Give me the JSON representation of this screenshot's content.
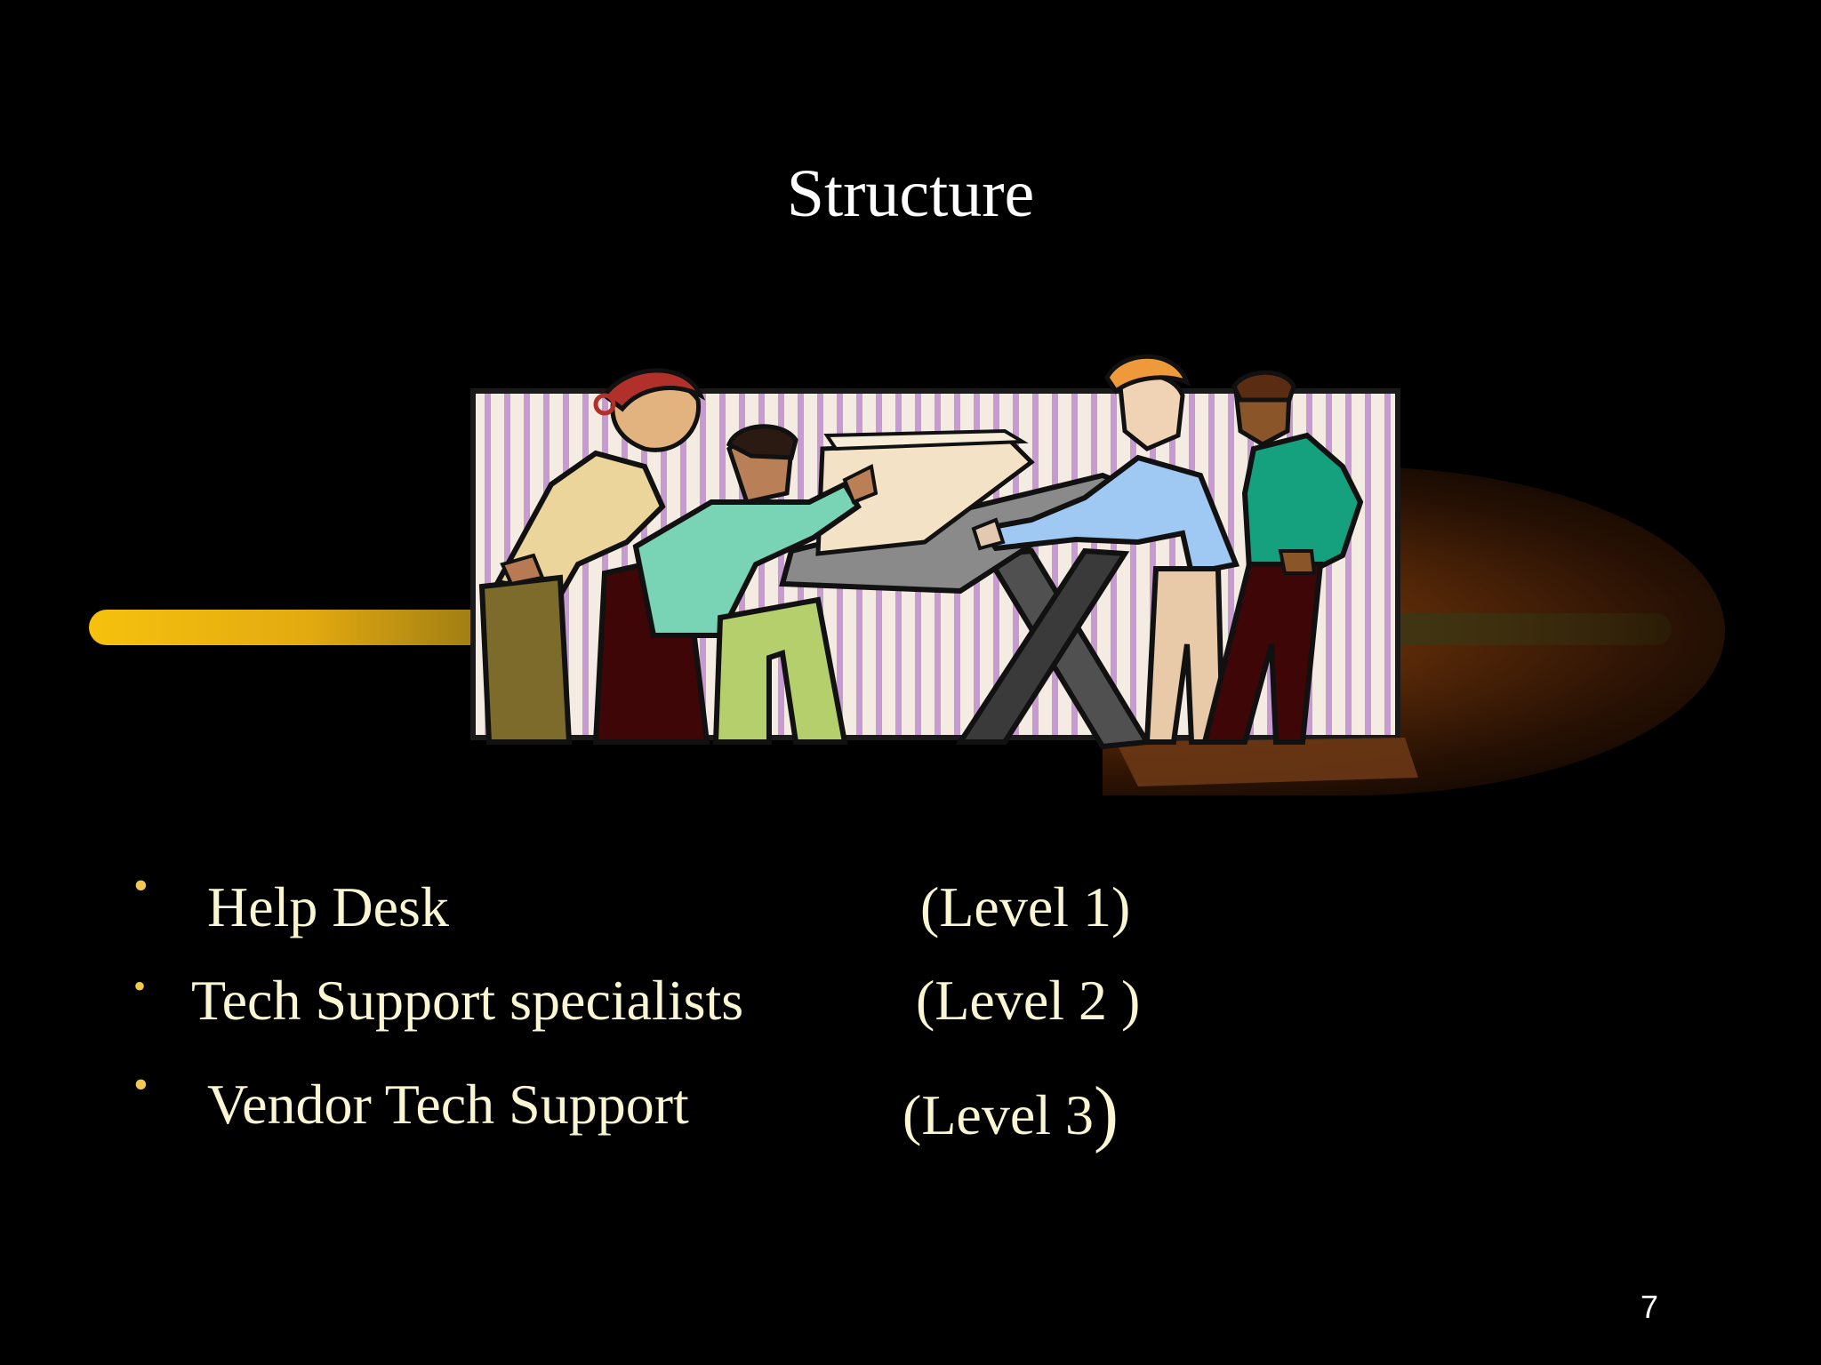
{
  "slide": {
    "title": "Structure",
    "bullets": [
      {
        "label": "Help Desk",
        "level": "(Level 1)"
      },
      {
        "label": "Tech Support specialists",
        "level": "(Level 2 )"
      },
      {
        "label": "Vendor Tech Support",
        "level_text": "(Level 3",
        "level_close": ")"
      }
    ],
    "page_number": "7",
    "clipart_icon": "team-at-drafting-table-illustration"
  },
  "colors": {
    "background": "#000000",
    "title_text": "#ffffff",
    "body_text": "#fbf6d2",
    "bullet": "#f2c94c",
    "accent_bar": "#f7c10e",
    "glow": "#8a4510"
  }
}
